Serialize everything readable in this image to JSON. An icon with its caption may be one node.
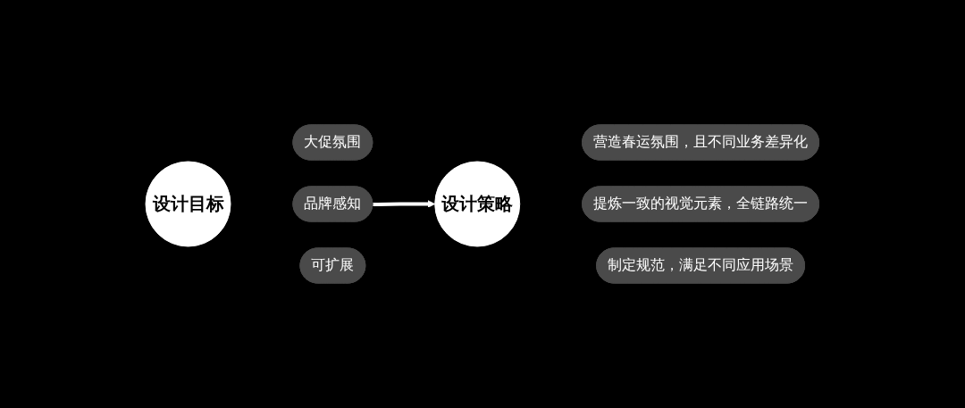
{
  "diagram": {
    "nodes": [
      {
        "text": [
          "设计目标"
        ]
      },
      {
        "text": [
          "大促氛围"
        ]
      },
      {
        "text": [
          "品牌感知"
        ]
      },
      {
        "text": [
          "可扩展"
        ]
      },
      {
        "text": [
          "设计策略"
        ]
      },
      {
        "text": [
          "营造春运氛围，且不同业务差异化"
        ]
      },
      {
        "text": [
          "提炼一致的视觉元素，全链路统一"
        ]
      },
      {
        "text": [
          "制定规范，满足不同应用场景"
        ]
      }
    ],
    "edges": [
      {
        "from": 2,
        "to": 4,
        "arrow": "to"
      }
    ]
  }
}
